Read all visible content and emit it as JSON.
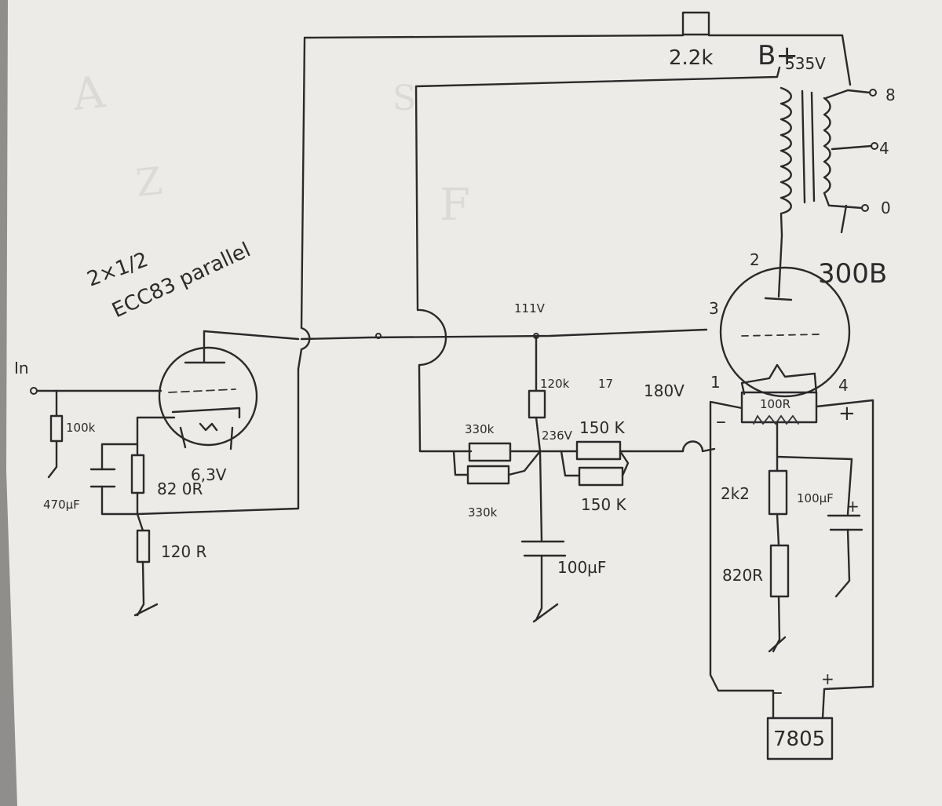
{
  "colors": {
    "paper": "#ecebe8",
    "ink": "#2a2a2a",
    "shadow": "#8f8e8c"
  },
  "labels": {
    "input": "In",
    "input_resistor": "100k",
    "tube1_note_line1": "2×1/2",
    "tube1_note_line2": "ECC83 parallel",
    "cathode_cap": "470µF",
    "cathode_resistor1": "82 0R",
    "cathode_resistor2": "120 R",
    "heater": "6,3V",
    "series_resistor": "2.2k",
    "bplus": "B+",
    "bplus_voltage": "535V",
    "out_8": "8",
    "out_4": "4",
    "out_0": "0",
    "pin_2": "2",
    "pin_3": "3",
    "pin_1": "1",
    "pin_4": "4",
    "tube2": "300B",
    "voltage_grid": "111V",
    "r_grid_bias": "120k",
    "r_grid_bias_note": "17",
    "voltage_cathode": "180V",
    "r_330_top": "330k",
    "r_330_bottom": "330k",
    "voltage_node": "236V",
    "r_150_top": "150 K",
    "r_150_bottom": "150 K",
    "cap_main": "100µF",
    "filament_pot": "100R",
    "filament_minus": "–",
    "filament_plus": "+",
    "r_2k2": "2k2",
    "r_820": "820R",
    "cap_cathode2": "100µF",
    "cap_plus": "+",
    "reg_minus": "–",
    "reg_plus": "+",
    "regulator": "7805"
  }
}
